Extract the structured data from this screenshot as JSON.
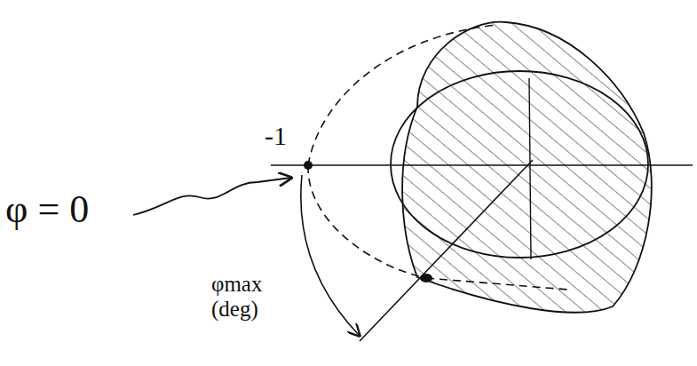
{
  "diagram": {
    "labels": [
      "-1",
      "φ = 0",
      "φmax (deg)"
    ]
  }
}
